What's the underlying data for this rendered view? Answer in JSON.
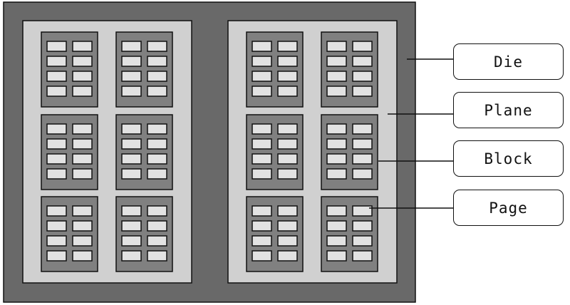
{
  "diagram": {
    "labels": [
      "Die",
      "Plane",
      "Block",
      "Page"
    ],
    "structure": {
      "dies": 1,
      "planes_per_die": 2,
      "blocks_per_plane": 6,
      "pages_per_block": 8
    },
    "colors": {
      "die": "#696969",
      "plane": "#d0d0d0",
      "block": "#808080",
      "page": "#e2e2e2",
      "outline": "#111111"
    }
  }
}
